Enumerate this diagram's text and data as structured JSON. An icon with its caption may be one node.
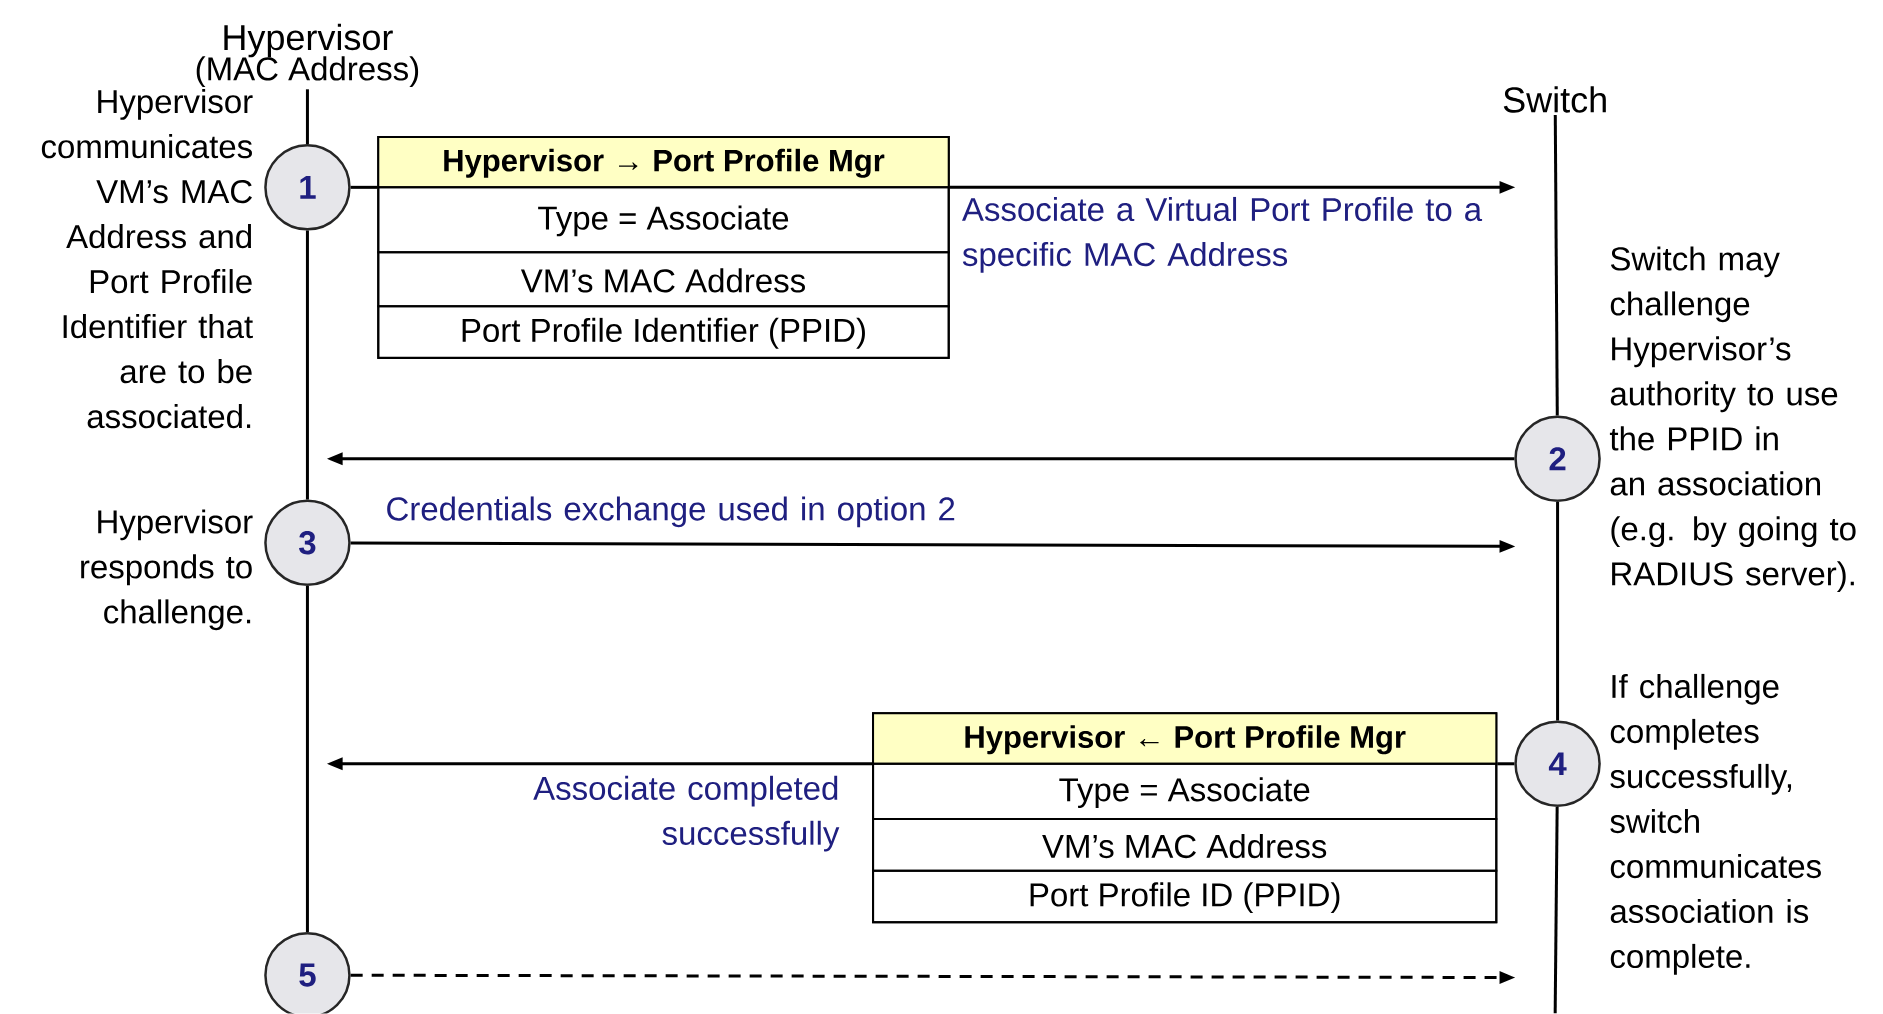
{
  "diagram": {
    "nodes": [
      {
        "text": [
          "Hypervisor",
          "(MAC Address)"
        ]
      },
      {
        "text": [
          "Switch"
        ]
      },
      {
        "text": [
          "1"
        ],
        "beside": [
          "Hypervisor communicates VM’s MAC Address and Port Profile Identifier that are to be associated."
        ]
      },
      {
        "text": [
          "Hypervisor → Port Profile Mgr",
          "Type = Associate",
          "VM’s MAC Address",
          "Port Profile Identifier (PPID)"
        ]
      },
      {
        "text": [
          "2"
        ],
        "beside": [
          "Switch may challenge Hypervisor’s authority to use the PPID in an association (e.g. by going to RADIUS server)."
        ]
      },
      {
        "text": [
          "3"
        ],
        "beside": [
          "Hypervisor responds to challenge."
        ]
      },
      {
        "text": [
          "Hypervisor ← Port Profile Mgr",
          "Type = Associate",
          "VM’s MAC Address",
          "Port Profile ID (PPID)"
        ]
      },
      {
        "text": [
          "4"
        ],
        "beside": [
          "If challenge completes successfully, switch communicates association is complete."
        ]
      },
      {
        "text": [
          "5"
        ]
      }
    ],
    "edges": [
      {
        "from": 0,
        "to": 2,
        "arrow": "none"
      },
      {
        "from": 2,
        "to": 5,
        "arrow": "none"
      },
      {
        "from": 5,
        "to": 8,
        "arrow": "none"
      },
      {
        "from": 1,
        "to": 4,
        "arrow": "none"
      },
      {
        "from": 4,
        "to": 7,
        "arrow": "none"
      },
      {
        "from": 7,
        "to": null,
        "arrow": "none"
      },
      {
        "from": 2,
        "to": 3,
        "arrow": "none"
      },
      {
        "from": 3,
        "to": null,
        "arrow": "to",
        "label": "Associate a Virtual Port Profile to a specific MAC Address"
      },
      {
        "from": 4,
        "to": null,
        "arrow": "to"
      },
      {
        "from": 5,
        "to": null,
        "arrow": "to",
        "label": "Credentials exchange used in option 2"
      },
      {
        "from": 7,
        "to": 6,
        "arrow": "none"
      },
      {
        "from": 6,
        "to": null,
        "arrow": "to",
        "label": "Associate completed successfully"
      },
      {
        "from": 8,
        "to": null,
        "arrow": "to",
        "style": "dashed"
      }
    ]
  }
}
